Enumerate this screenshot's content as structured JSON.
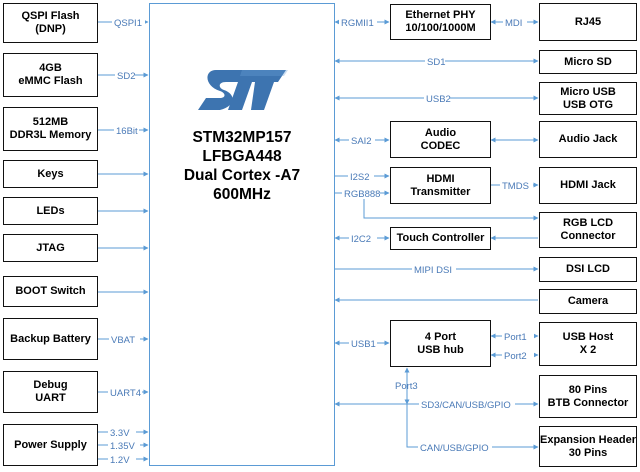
{
  "soc": {
    "line1": "STM32MP157",
    "line2": "LFBGA448",
    "line3": "Dual Cortex -A7",
    "line4": "600MHz"
  },
  "left_blocks": [
    {
      "id": "qspi-flash",
      "line1": "QSPI Flash",
      "line2": "(DNP)",
      "bus": "QSPI1"
    },
    {
      "id": "emmc-flash",
      "line1": "4GB",
      "line2": "eMMC Flash",
      "bus": "SD2"
    },
    {
      "id": "ddr3l-memory",
      "line1": "512MB",
      "line2": "DDR3L Memory",
      "bus": "16Bit"
    },
    {
      "id": "keys",
      "line1": "Keys",
      "line2": "",
      "bus": ""
    },
    {
      "id": "leds",
      "line1": "LEDs",
      "line2": "",
      "bus": ""
    },
    {
      "id": "jtag",
      "line1": "JTAG",
      "line2": "",
      "bus": ""
    },
    {
      "id": "boot-switch",
      "line1": "BOOT Switch",
      "line2": "",
      "bus": ""
    },
    {
      "id": "backup-battery",
      "line1": "Backup Battery",
      "line2": "",
      "bus": "VBAT"
    },
    {
      "id": "debug-uart",
      "line1": "Debug",
      "line2": "UART",
      "bus": "UART4"
    },
    {
      "id": "power-supply",
      "line1": "Power Supply",
      "line2": "",
      "bus": ""
    }
  ],
  "power_rails": [
    "3.3V",
    "1.35V",
    "1.2V"
  ],
  "middle_blocks": [
    {
      "id": "ethernet-phy",
      "line1": "Ethernet PHY",
      "line2": "10/100/1000M"
    },
    {
      "id": "audio-codec",
      "line1": "Audio",
      "line2": "CODEC"
    },
    {
      "id": "hdmi-transmitter",
      "line1": "HDMI",
      "line2": "Transmitter"
    },
    {
      "id": "touch-controller",
      "line1": "Touch Controller",
      "line2": ""
    },
    {
      "id": "usb-hub",
      "line1": "4 Port",
      "line2": "USB hub"
    }
  ],
  "right_blocks": [
    {
      "id": "rj45",
      "line1": "RJ45",
      "line2": ""
    },
    {
      "id": "micro-sd",
      "line1": "Micro SD",
      "line2": ""
    },
    {
      "id": "micro-usb-otg",
      "line1": "Micro USB",
      "line2": "USB OTG"
    },
    {
      "id": "audio-jack",
      "line1": "Audio Jack",
      "line2": ""
    },
    {
      "id": "hdmi-jack",
      "line1": "HDMI Jack",
      "line2": ""
    },
    {
      "id": "rgb-lcd-connector",
      "line1": "RGB LCD",
      "line2": "Connector"
    },
    {
      "id": "dsi-lcd",
      "line1": "DSI LCD",
      "line2": ""
    },
    {
      "id": "camera",
      "line1": "Camera",
      "line2": ""
    },
    {
      "id": "usb-host",
      "line1": "USB Host",
      "line2": "X 2"
    },
    {
      "id": "btb-connector",
      "line1": "80 Pins",
      "line2": "BTB Connector"
    },
    {
      "id": "expansion-header",
      "line1": "Expansion Header",
      "line2": "30 Pins"
    }
  ],
  "bus_labels": {
    "rgmii": "RGMII1",
    "mdi": "MDI",
    "sd1": "SD1",
    "usb2": "USB2",
    "sai2": "SAI2",
    "i2s2": "I2S2",
    "rgb888": "RGB888",
    "tmds": "TMDS",
    "i2c2": "I2C2",
    "mipi_dsi": "MIPI DSI",
    "usb1": "USB1",
    "port1": "Port1",
    "port2": "Port2",
    "port3": "Port3",
    "btb_bus": "SD3/CAN/USB/GPIO",
    "exp_bus": "CAN/USB/GPIO"
  },
  "colors": {
    "line": "#5b9bd5",
    "label": "#4a7ab7",
    "logo": "#3d74b0",
    "border": "#111111"
  }
}
